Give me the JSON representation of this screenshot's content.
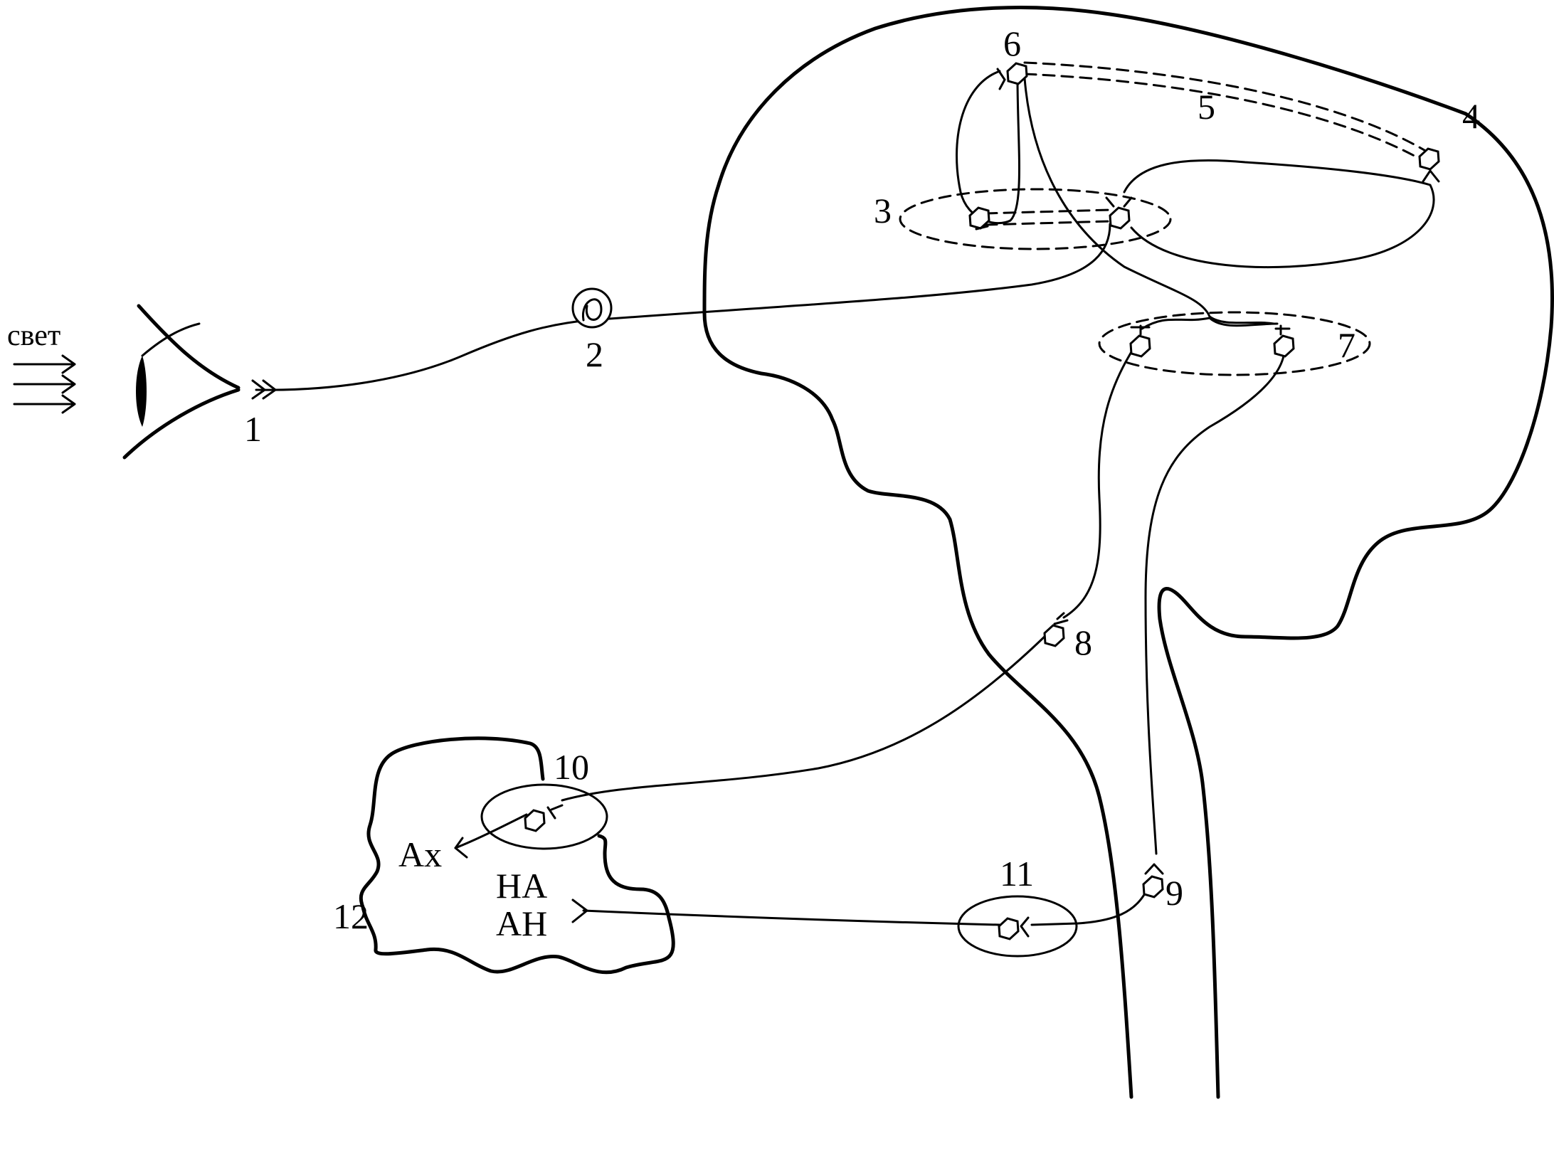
{
  "labels": {
    "light": "свет",
    "n1": "1",
    "n2": "2",
    "n3": "3",
    "n4": "4",
    "n5": "5",
    "n6": "6",
    "n7": "7",
    "n8": "8",
    "n9": "9",
    "n10": "10",
    "n11": "11",
    "n12": "12",
    "ach": "Ах",
    "na": "НА",
    "an": "АН"
  }
}
